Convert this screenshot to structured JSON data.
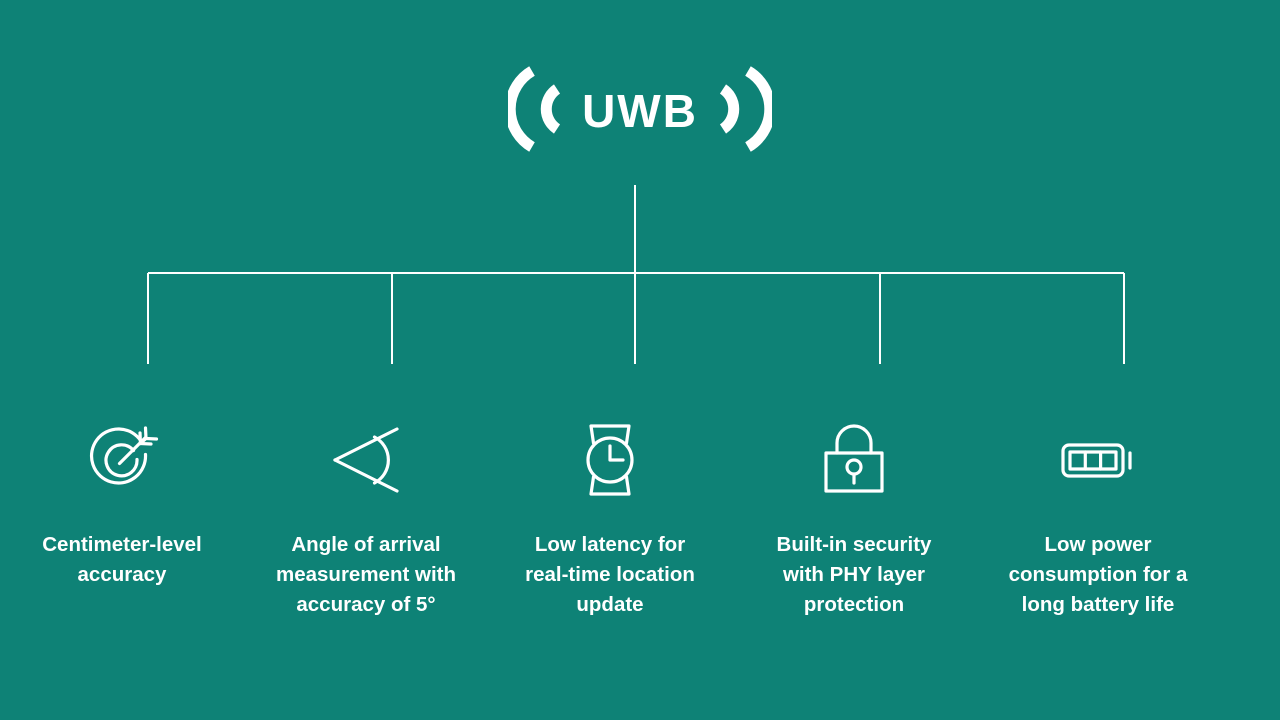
{
  "slide": {
    "background_color": "#0e8276",
    "foreground_color": "#ffffff",
    "title": "UWB",
    "title_icon_left": "signal-waves-left-icon",
    "title_icon_right": "signal-waves-right-icon"
  },
  "connector": {
    "name": "tree-connector",
    "stroke_color": "#ffffff"
  },
  "features": [
    {
      "icon": "target-arrow-icon",
      "label": "Centimeter-level\naccuracy"
    },
    {
      "icon": "angle-measure-icon",
      "label": "Angle of arrival\nmeasurement with\naccuracy of 5°"
    },
    {
      "icon": "smartwatch-clock-icon",
      "label": "Low latency for\nreal-time location\nupdate"
    },
    {
      "icon": "padlock-icon",
      "label": "Built-in security\nwith PHY layer\nprotection"
    },
    {
      "icon": "battery-icon",
      "label": "Low power\nconsumption for a\nlong battery life"
    }
  ]
}
